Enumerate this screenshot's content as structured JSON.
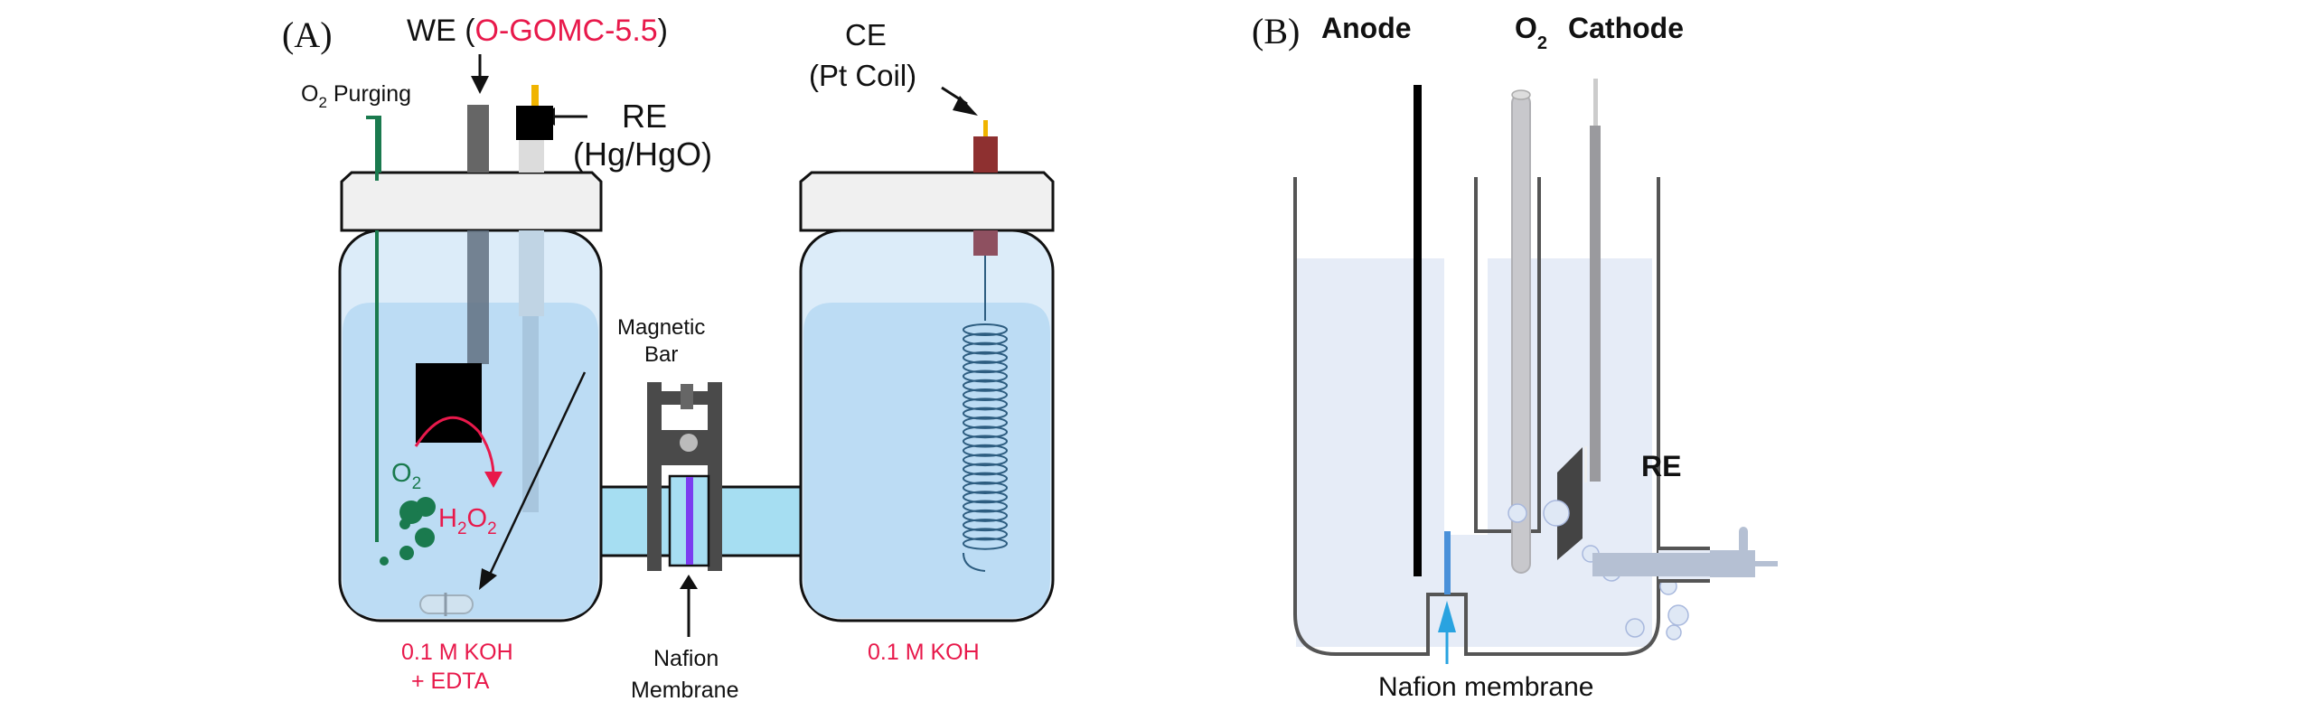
{
  "panel_a": {
    "panel_label": "(A)",
    "we_label_prefix": "WE (",
    "we_material": "O-GOMC-5.5",
    "we_label_suffix": ")",
    "re_label": "RE",
    "re_type": "(Hg/HgO)",
    "ce_label": "CE",
    "ce_type": "(Pt Coil)",
    "o2_purging_o": "O",
    "o2_purging_sub": "2",
    "o2_purging_rest": " Purging",
    "magnetic_bar_line1": "Magnetic",
    "magnetic_bar_line2": "Bar",
    "reaction_reactant_o": "O",
    "reaction_reactant_sub": "2",
    "reaction_product_h": "H",
    "reaction_product_sub1": "2",
    "reaction_product_o": "O",
    "reaction_product_sub2": "2",
    "left_electrolyte_line1": "0.1 M KOH",
    "left_electrolyte_line2": "+ EDTA",
    "right_electrolyte": "0.1 M KOH",
    "membrane_line1": "Nafion",
    "membrane_line2": "Membrane",
    "colors": {
      "accent_red": "#e8194b",
      "purge_green": "#1a7a4e",
      "electrolyte_blue": "#c2dff5",
      "bridge_blue": "#a6def2",
      "membrane_purple": "#7b3cf0",
      "ce_lead": "#8e3030",
      "lead_gold": "#f0b400"
    }
  },
  "panel_b": {
    "panel_label": "(B)",
    "anode_label": "Anode",
    "o2_label_o": "O",
    "o2_label_sub": "2",
    "cathode_label": "Cathode",
    "re_label": "RE",
    "membrane_label": "Nafion membrane",
    "colors": {
      "electrolyte": "#e6ecf7",
      "membrane_blue": "#4a90d9",
      "arrow_blue": "#29a3e0"
    }
  }
}
